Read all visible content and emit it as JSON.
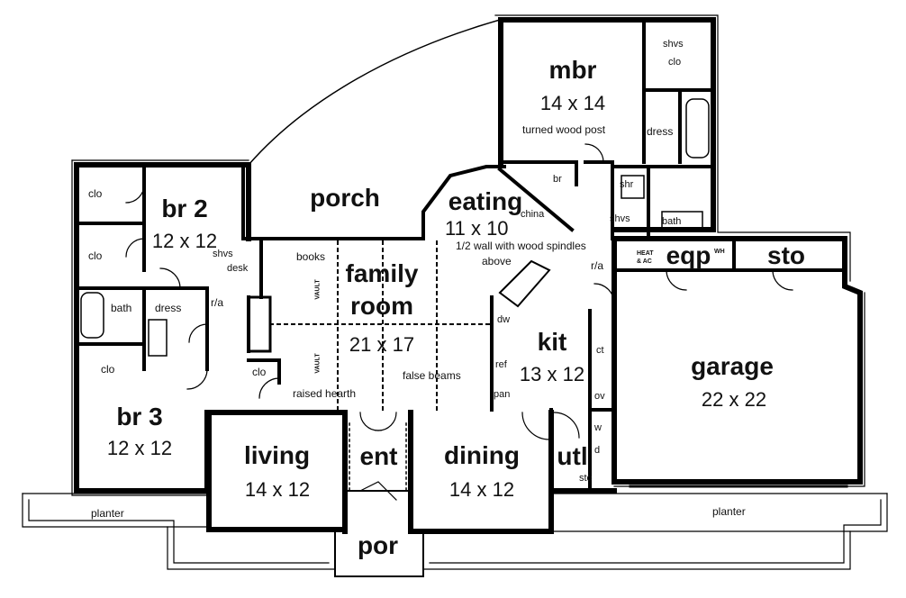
{
  "rooms": {
    "mbr": {
      "name": "mbr",
      "size": "14 x 14"
    },
    "br2": {
      "name": "br 2",
      "size": "12 x 12"
    },
    "br3": {
      "name": "br 3",
      "size": "12 x 12"
    },
    "porch": {
      "name": "porch"
    },
    "eating": {
      "name": "eating",
      "size": "11 x 10"
    },
    "family": {
      "name1": "family",
      "name2": "room",
      "size": "21 x 17"
    },
    "kit": {
      "name": "kit",
      "size": "13 x 12"
    },
    "garage": {
      "name": "garage",
      "size": "22 x 22"
    },
    "living": {
      "name": "living",
      "size": "14 x 12"
    },
    "dining": {
      "name": "dining",
      "size": "14 x 12"
    },
    "ent": {
      "name": "ent"
    },
    "utl": {
      "name": "utl"
    },
    "eqp": {
      "name": "eqp"
    },
    "sto": {
      "name": "sto"
    },
    "por": {
      "name": "por"
    }
  },
  "notes": {
    "shvs_clo_mbr_1": "shvs",
    "shvs_clo_mbr_2": "clo",
    "turned_wood_post": "turned wood post",
    "dress_mbr": "dress",
    "br": "br",
    "shr": "shr",
    "shvs_bath": "shvs",
    "bath_mbr": "bath",
    "china": "china",
    "half_wall_1": "1/2 wall with wood spindles",
    "half_wall_2": "above",
    "clo_br2_top": "clo",
    "clo_br2_bottom": "clo",
    "shvs_desk_1": "shvs",
    "shvs_desk_2": "desk",
    "books": "books",
    "bath_left": "bath",
    "dress_left": "dress",
    "ra_left": "r/a",
    "ra_kit": "r/a",
    "clo_br3": "clo",
    "clo_hall": "clo",
    "raised_hearth": "raised hearth",
    "false_beams": "false beams",
    "dw": "dw",
    "ref": "ref",
    "pan": "pan",
    "ct": "ct",
    "ov": "ov",
    "w": "w",
    "d": "d",
    "sto_utl": "sto",
    "planter_left": "planter",
    "planter_right": "planter",
    "vault_1": "VAULT",
    "vault_2": "VAULT",
    "heat_ac_1": "HEAT",
    "heat_ac_2": "& AC",
    "wh": "WH"
  }
}
